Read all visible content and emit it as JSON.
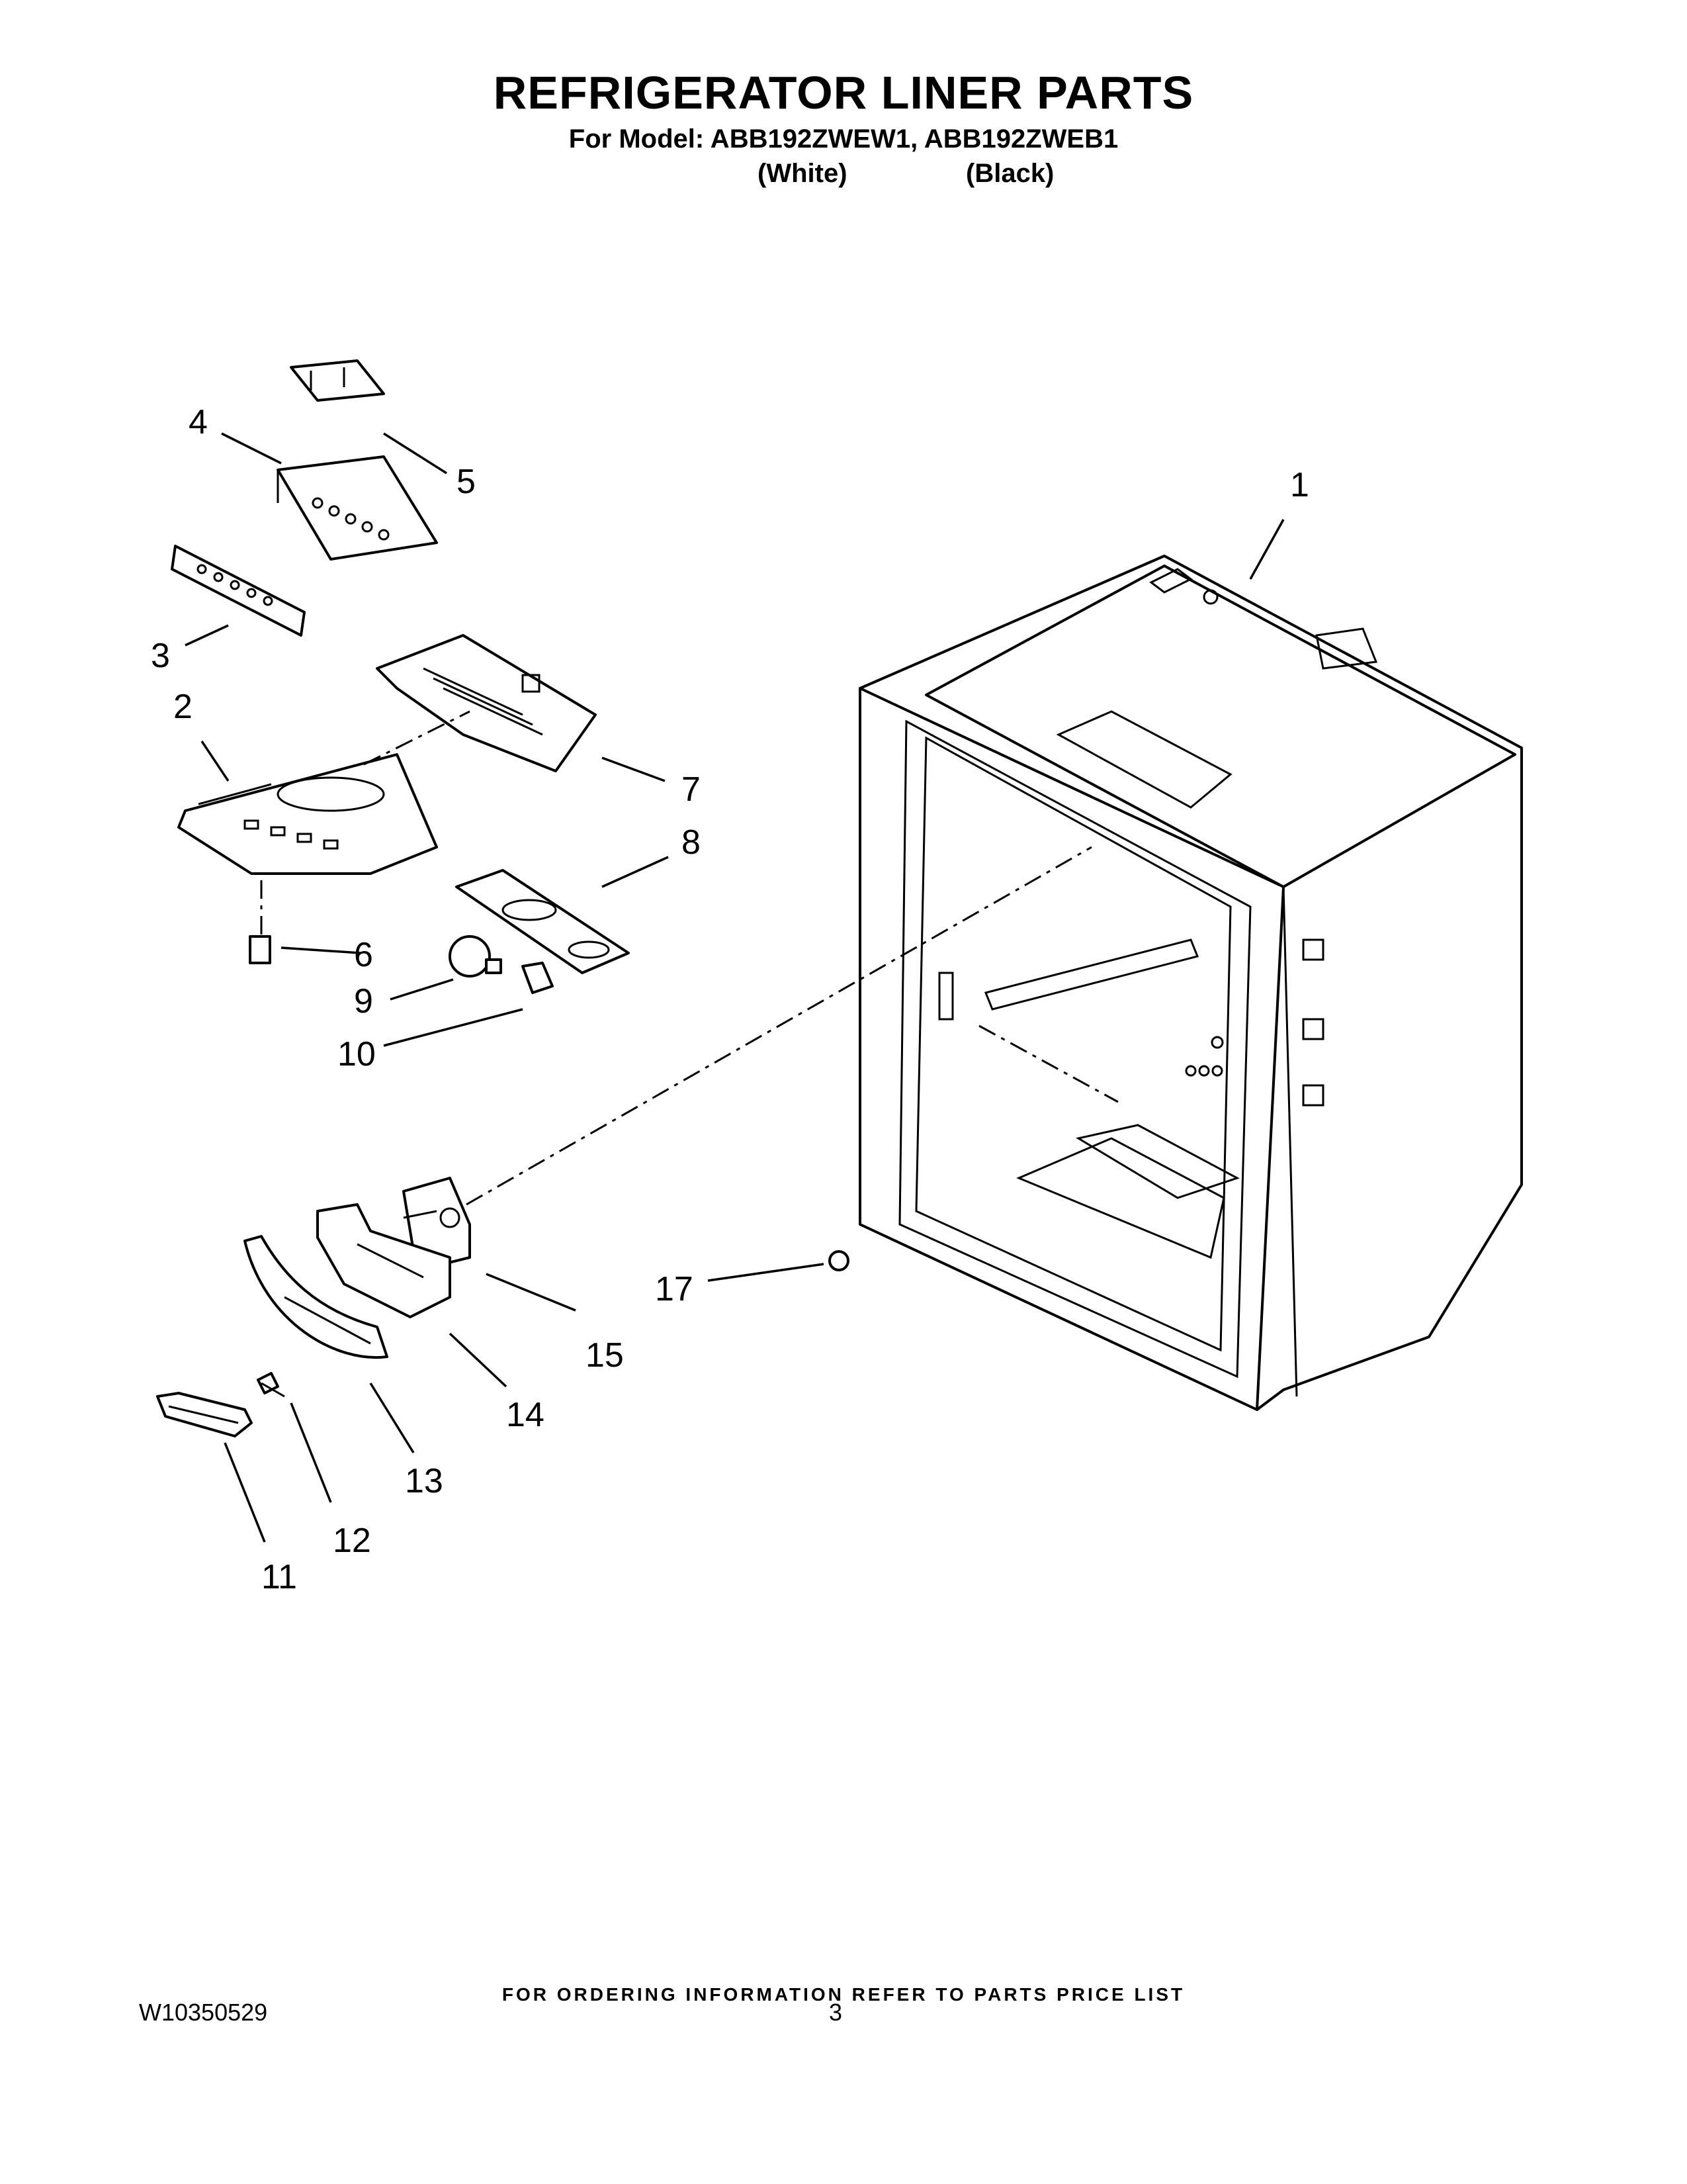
{
  "header": {
    "title": "REFRIGERATOR LINER PARTS",
    "model_line": "For Model: ABB192ZWEW1, ABB192ZWEB1",
    "variant_white": "(White)",
    "variant_black": "(Black)"
  },
  "callouts": [
    "1",
    "2",
    "3",
    "4",
    "5",
    "6",
    "7",
    "8",
    "9",
    "10",
    "11",
    "12",
    "13",
    "14",
    "15",
    "17"
  ],
  "footer": {
    "note": "FOR ORDERING INFORMATION REFER TO PARTS PRICE LIST",
    "doc_id": "W10350529",
    "page_number": "3"
  }
}
